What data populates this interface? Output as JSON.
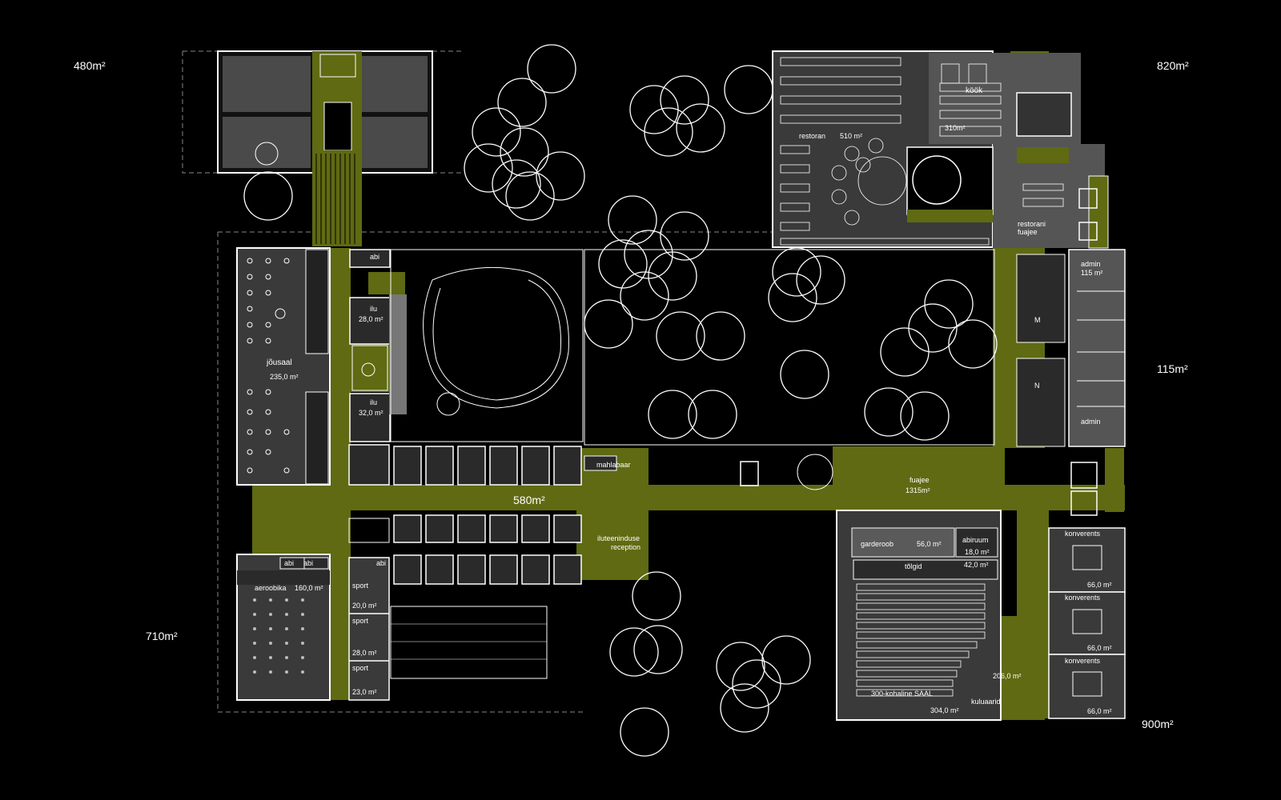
{
  "colors": {
    "background": "#000000",
    "circulation": "#5f6a12",
    "room": "#3a3a3a",
    "wall": "#ffffff",
    "tree": "#ffffff"
  },
  "area_totals": {
    "nw": "480m²",
    "ne": "820m²",
    "e": "115m²",
    "sw": "710m²",
    "se": "900m²",
    "center": "580m²"
  },
  "rooms": {
    "kitchen": "köök",
    "kitchen_area": "310m²",
    "restaurant": "restoran",
    "restaurant_area": "510 m²",
    "restaurant_lobby_1": "restorani",
    "restaurant_lobby_2": "fuajee",
    "admin_top": "admin",
    "admin_top_area": "115 m²",
    "wc_m": "M",
    "wc_n": "N",
    "admin_bottom": "admin",
    "abi_top": "abi",
    "ilu_1": "ilu",
    "ilu_1_area": "28,0 m²",
    "ilu_2": "ilu",
    "ilu_2_area": "32,0 m²",
    "gym": "jõusaal",
    "gym_area": "235,0 m²",
    "juice_bar": "mahlabaar",
    "beauty_reception_1": "iluteeninduse",
    "beauty_reception_2": "reception",
    "lobby": "fuajee",
    "lobby_area": "1315m²",
    "cloakroom": "garderoob",
    "cloakroom_area": "56,0 m²",
    "aux_room": "abiruum",
    "aux_room_area": "18,0 m²",
    "stage": "tõlgid",
    "stage_area": "42,0 m²",
    "conf_1": "konverents",
    "conf_1_area": "66,0 m²",
    "conf_2": "konverents",
    "conf_2_area": "66,0 m²",
    "conf_3": "konverents",
    "conf_3_area": "66,0 m²",
    "hall": "300-kohaline SAAL",
    "hall_area": "304,0 m²",
    "foyer_area": "206,0 m²",
    "lobbies": "kuluaarid",
    "abi_1": "abi",
    "abi_2": "abi",
    "abi_3": "abi",
    "aerobics": "aeroobika",
    "aerobics_area": "160,0 m²",
    "sport_1": "sport",
    "sport_1_area": "20,0 m²",
    "sport_2": "sport",
    "sport_2_area": "28,0 m²",
    "sport_3": "sport",
    "sport_3_area": "23,0 m²"
  }
}
